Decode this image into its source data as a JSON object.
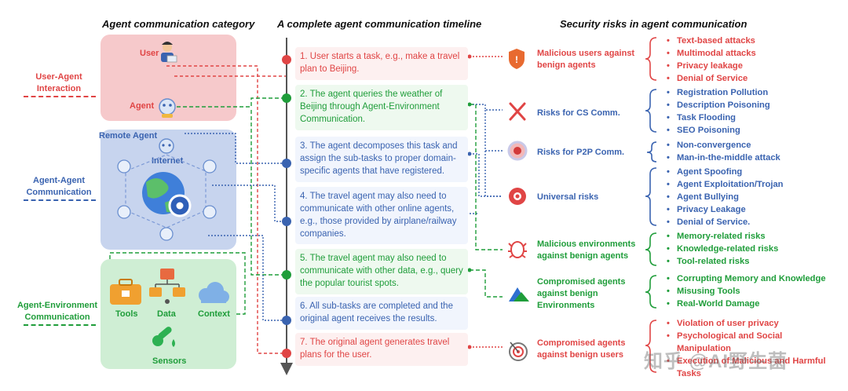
{
  "headers": {
    "col1": "Agent communication category",
    "col2": "A complete  agent communication timeline",
    "col3": "Security risks in agent communication"
  },
  "categories": [
    {
      "label_line1": "User-Agent",
      "label_line2": "Interaction",
      "color": "#e04545"
    },
    {
      "label_line1": "Agent-Agent",
      "label_line2": "Communication",
      "color": "#3a63b0"
    },
    {
      "label_line1": "Agent-Environment",
      "label_line2": "Communication",
      "color": "#1f9d3a"
    }
  ],
  "nodes": {
    "user": "User",
    "agent": "Agent",
    "remote_agent": "Remote Agent",
    "internet": "Internet",
    "tools": "Tools",
    "data": "Data",
    "context": "Context",
    "sensors": "Sensors"
  },
  "timeline": [
    {
      "text": "1. User starts a task, e.g., make a travel plan to Beijing.",
      "color": "red"
    },
    {
      "text": "2. The agent queries the weather of Beijing through Agent-Environment Communication.",
      "color": "green"
    },
    {
      "text": "3. The agent decomposes this task and assign the sub-tasks to proper domain-specific agents that have registered.",
      "color": "blue"
    },
    {
      "text": "4. The travel agent may also need to communicate with other online agents, e.g., those provided by airplane/railway companies.",
      "color": "blue"
    },
    {
      "text": "5. The travel agent may also need to communicate with other data, e.g., query the popular tourist spots.",
      "color": "green"
    },
    {
      "text": "6. All sub-tasks are completed and the original agent receives the results.",
      "color": "blue"
    },
    {
      "text": "7. The original agent generates travel plans  for the user.",
      "color": "red"
    }
  ],
  "risks": [
    {
      "category": "Malicious users against benign agents",
      "icon": "shield-alert-icon",
      "color": "red",
      "items": [
        "Text-based attacks",
        "Multimodal attacks",
        "Privacy leakage",
        "Denial of Service"
      ]
    },
    {
      "category": "Risks for CS Comm.",
      "icon": "crossed-swords-icon",
      "color": "blue",
      "items": [
        "Registration Pollution",
        "Description Poisoning",
        "Task Flooding",
        "SEO Poisoning"
      ]
    },
    {
      "category": "Risks for P2P Comm.",
      "icon": "target-icon",
      "color": "blue",
      "items": [
        "Non-convergence",
        "Man-in-the-middle attack"
      ]
    },
    {
      "category": "Universal risks",
      "icon": "biohazard-icon",
      "color": "blue",
      "items": [
        "Agent Spoofing",
        "Agent Exploitation/Trojan",
        "Agent Bullying",
        "Privacy Leakage",
        "Denial of Service."
      ]
    },
    {
      "category": "Malicious environments against benign agents",
      "icon": "bug-icon",
      "color": "green",
      "items": [
        "Memory-related risks",
        "Knowledge-related risks",
        "Tool-related risks"
      ]
    },
    {
      "category": "Compromised agents against benign Environments",
      "icon": "mountain-icon",
      "color": "green",
      "items": [
        "Corrupting Memory and Knowledge",
        "Misusing Tools",
        "Real-World Damage"
      ]
    },
    {
      "category": "Compromised agents against benign users",
      "icon": "dartboard-icon",
      "color": "red",
      "items": [
        "Violation of user privacy",
        "Psychological and Social Manipulation",
        "Execution of Malicious and Harmful Tasks"
      ]
    }
  ],
  "watermark": "知乎 @AI野生菌",
  "colors": {
    "red": "#e04545",
    "blue": "#3a63b0",
    "green": "#1f9d3a"
  }
}
